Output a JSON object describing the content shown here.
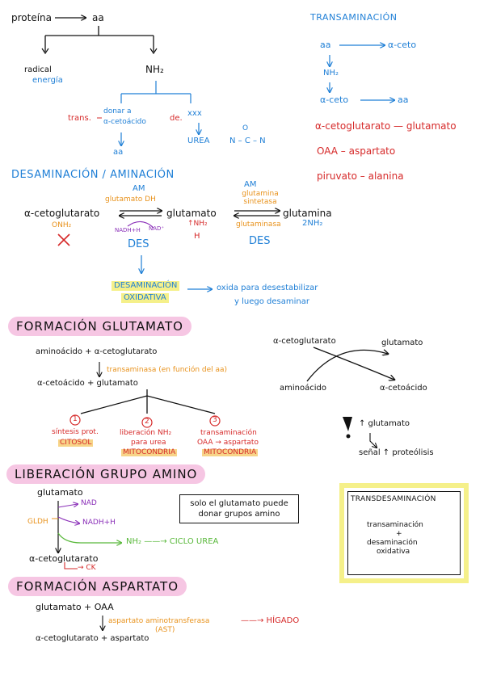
{
  "top": {
    "proteina": "proteína",
    "aa": "aa",
    "radical": "radical",
    "energia": "energía",
    "nh2": "NH₂",
    "trans": "trans.",
    "donar_a": "donar a",
    "ceto_acido": "α-cetoácido",
    "aa2": "aa",
    "de": "de.",
    "xxx": "xxx",
    "urea": "UREA",
    "formula": "N – C – N",
    "formula_o": "O"
  },
  "transaminacion": {
    "title": "TRANSAMINACIÓN",
    "aa": "aa",
    "alfa_ceto": "α-ceto",
    "nh2": "NH₂",
    "alfa_ceto2": "α-ceto",
    "aa2": "aa",
    "pair1": "α-cetoglutarato — glutamato",
    "pair2": "OAA – aspartato",
    "pair3": "piruvato – alanina"
  },
  "desaminacion": {
    "title": "DESAMINACIÓN / AMINACIÓN",
    "am1": "AM",
    "glutamato_dh": "glutamato DH",
    "alfa_cetoglutarato": "α-cetoglutarato",
    "onh2": "ONH₂",
    "nadh": "NADH+H",
    "nad": "NAD⁺",
    "glutamato": "glutamato",
    "nh2": "↑NH₂",
    "h": "H",
    "des1": "DES",
    "am2": "AM",
    "glutamina_sintetasa": "glutamina sintetasa",
    "glutaminasa": "glutaminasa",
    "glutamina": "glutamina",
    "two_nh2": "2NH₂",
    "des2": "DES",
    "oxidativa_1": "DESAMINACIÓN",
    "oxidativa_2": "OXIDATIVA",
    "note_1": "oxida para desestabilizar",
    "note_2": "y luego desaminar"
  },
  "formacion_glutamato": {
    "title": "FORMACIÓN GLUTAMATO",
    "eq1": "aminoácido + α-cetoglutarato",
    "transaminasa": "transaminasa (en función del aa)",
    "eq2": "α-cetoácido + glutamato",
    "d_alfa": "α-cetoglutarato",
    "d_glu": "glutamato",
    "d_amino": "aminoácido",
    "d_ceto": "α-cetoácido",
    "n1": "1",
    "n2": "2",
    "n3": "3",
    "b1_1": "síntesis prot.",
    "b1_2": "CITOSOL",
    "b2_1": "liberación NH₂",
    "b2_2": "para urea",
    "b2_3": "MITOCONDRIA",
    "b3_1": "transaminación",
    "b3_2": "OAA → aspartato",
    "b3_3": "MITOCONDRIA",
    "alert": "↑ glutamato",
    "alert2": "señal ↑ proteólisis"
  },
  "liberacion": {
    "title": "LIBERACIÓN GRUPO AMINO",
    "glutamato": "glutamato",
    "gldh": "GLDH",
    "nad": "NAD",
    "nadh": "NADH+H",
    "nh2_urea": "NH₂ ——→ CICLO UREA",
    "alfa": "α-cetoglutarato",
    "ck": "→ CK",
    "box_1": "solo el glutamato puede",
    "box_2": "donar grupos amino",
    "transd_title": "TRANSDESAMINACIÓN",
    "transd_1": "transaminación",
    "transd_plus": "+",
    "transd_2": "desaminación",
    "transd_3": "oxidativa"
  },
  "aspartato": {
    "title": "FORMACIÓN ASPARTATO",
    "eq1": "glutamato + OAA",
    "enzyme": "aspartato aminotransferasa",
    "ast": "(AST)",
    "higado": "——→ HÍGADO",
    "eq2": "α-cetoglutarato + aspartato"
  },
  "colors": {
    "blue": "#1f7fd6",
    "red": "#d62a2a",
    "orange": "#e8921c",
    "purple": "#8a2fb8",
    "green": "#58b83a",
    "pink": "#f6c6e3",
    "yellow": "#f5f08a"
  }
}
